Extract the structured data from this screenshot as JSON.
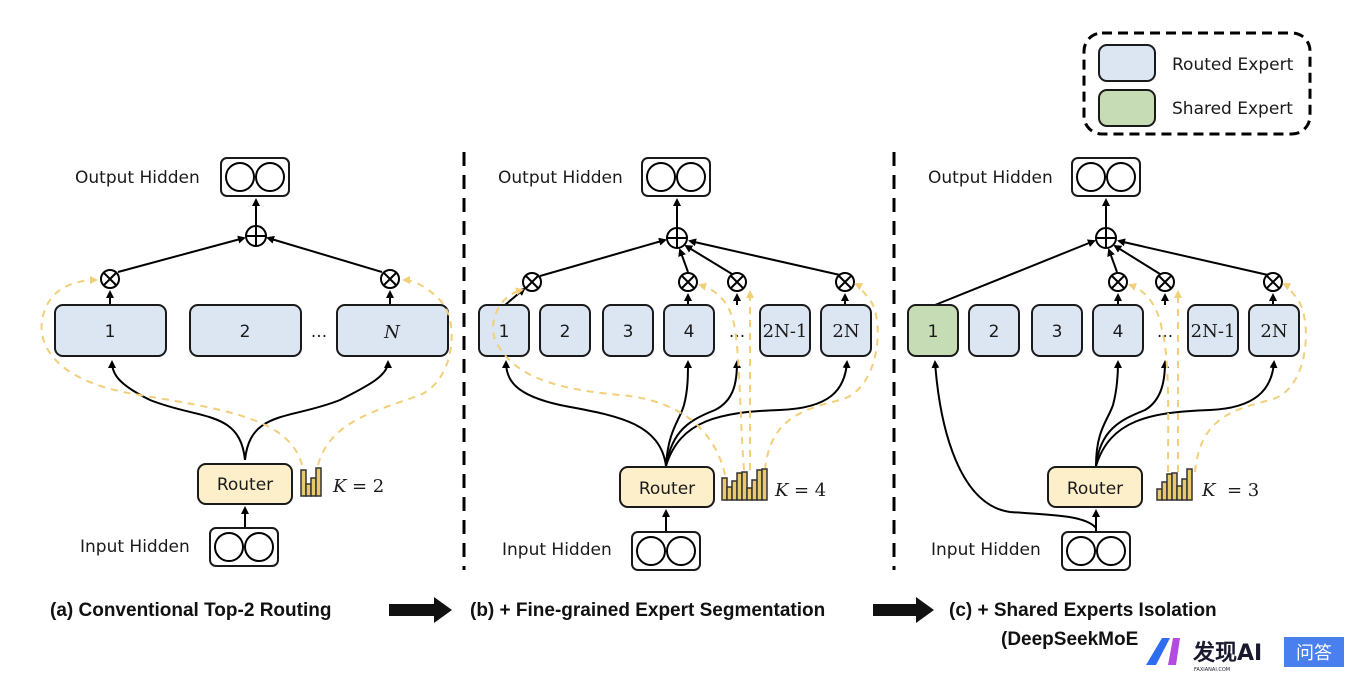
{
  "legend": {
    "items": [
      {
        "label": "Routed Expert",
        "color": "#dce6f2"
      },
      {
        "label": "Shared Expert",
        "color": "#c6dcb4"
      }
    ]
  },
  "colors": {
    "routed_expert": "#dce6f2",
    "shared_expert": "#c6dcb4",
    "router": "#fcefc9",
    "gate_line": "#f2cf7a",
    "histogram": "#e8c96c"
  },
  "panels": [
    {
      "id": "a",
      "output_label": "Output Hidden",
      "input_label": "Input Hidden",
      "router_label": "Router",
      "k_label": "K",
      "k_eq": "= 2",
      "experts": [
        "1",
        "2",
        "N"
      ],
      "ellipsis": "...",
      "caption": "(a) Conventional Top-2 Routing"
    },
    {
      "id": "b",
      "output_label": "Output Hidden",
      "input_label": "Input Hidden",
      "router_label": "Router",
      "k_label": "K",
      "k_eq": "= 4",
      "experts": [
        "1",
        "2",
        "3",
        "4",
        "2N-1",
        "2N"
      ],
      "ellipsis": "...",
      "caption": "(b) + Fine-grained Expert Segmentation"
    },
    {
      "id": "c",
      "output_label": "Output Hidden",
      "input_label": "Input Hidden",
      "router_label": "Router",
      "k_label": "K",
      "k_eq": "= 3",
      "experts": [
        "1",
        "2",
        "3",
        "4",
        "2N-1",
        "2N"
      ],
      "ellipsis": "...",
      "caption": "(c) + Shared Experts Isolation",
      "caption_line2": "(DeepSeekMoE)"
    }
  ],
  "watermark": {
    "brand": "发现AI",
    "sub": "FAXIANAI.COM",
    "badge": "问答"
  }
}
